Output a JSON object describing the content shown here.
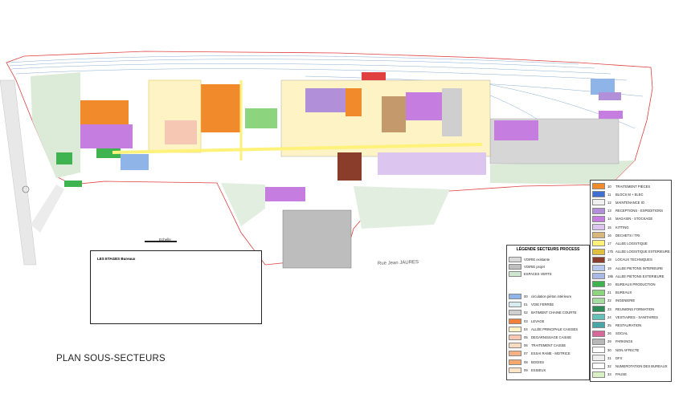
{
  "title": "PLAN SOUS-SECTEURS",
  "street_label": "Rue Jean JAURES",
  "scale_label": "Echelle",
  "etages_title": "LES ETAGES Bureaux",
  "legend_process": {
    "title": "LÉGENDE SECTEURS PROCESS",
    "voirie": [
      {
        "label": "VOIRIE existante",
        "color": "#d9d9d9"
      },
      {
        "label": "VOIRIE projet",
        "color": "#bfbfbf"
      },
      {
        "label": "ESPACES VERTS",
        "color": "#cfe6cf"
      }
    ],
    "items": [
      {
        "code": "00",
        "label": "circulation piéton intérieure",
        "color": "#8fb4e8"
      },
      {
        "code": "01",
        "label": "VOIE FERRÉE",
        "color": "#d6ecef"
      },
      {
        "code": "02",
        "label": "BATIMENT CHAINE COURTE",
        "color": "#cfcfcf"
      },
      {
        "code": "03",
        "label": "LEVAGE",
        "color": "#f0803c"
      },
      {
        "code": "04",
        "label": "ALLÉE PRINCIPALE CAISSES",
        "color": "#fdf3c4"
      },
      {
        "code": "05",
        "label": "DEGARNISSAGE CAISSE",
        "color": "#f6c7b2"
      },
      {
        "code": "06",
        "label": "TRAITEMENT CAISSE",
        "color": "#f7dcc0"
      },
      {
        "code": "07",
        "label": "ESSAI RAME - MOTRICE",
        "color": "#f4b183"
      },
      {
        "code": "08",
        "label": "BOGIES",
        "color": "#f6a96b"
      },
      {
        "code": "09",
        "label": "ESSIEUX",
        "color": "#fbe4c8"
      }
    ]
  },
  "legend_sectors": {
    "items": [
      {
        "code": "10",
        "label": "TRAITEMENT PIÈCES",
        "color": "#f08a2a"
      },
      {
        "code": "11",
        "label": "BLOCS M + ELEC",
        "color": "#3f6fd1"
      },
      {
        "code": "12",
        "label": "MAINTENANCE IO",
        "color": "#f0f0f0"
      },
      {
        "code": "13",
        "label": "RECEPTIONS - EXPEDITIONS",
        "color": "#b18fd9"
      },
      {
        "code": "14",
        "label": "MAGASIN - STOCKAGE",
        "color": "#c57ee0"
      },
      {
        "code": "15",
        "label": "KITTING",
        "color": "#dcc6ef"
      },
      {
        "code": "16",
        "label": "DECHETS / TRI",
        "color": "#d7b77a"
      },
      {
        "code": "17",
        "label": "ALLEE LOGISTIQUE",
        "color": "#fff27a"
      },
      {
        "code": "17b",
        "label": "ALLEE LOGISTIQUE EXTERIEURE",
        "color": "#e0c040"
      },
      {
        "code": "18",
        "label": "LOCAUX TECHNIQUES",
        "color": "#8a3d2a"
      },
      {
        "code": "19",
        "label": "ALLEE PIETONS INTERIEURE",
        "color": "#b7c9ee"
      },
      {
        "code": "19b",
        "label": "ALLEE PIETONS EXTERIEURE",
        "color": "#aab8e6"
      },
      {
        "code": "20",
        "label": "BUREAUX PRODUCTION",
        "color": "#3fb34f"
      },
      {
        "code": "21",
        "label": "BUREAUX",
        "color": "#8cd47e"
      },
      {
        "code": "22",
        "label": "INGENIERIE",
        "color": "#a6dca0"
      },
      {
        "code": "23",
        "label": "REUNIONS FORMATION",
        "color": "#2e8b57"
      },
      {
        "code": "24",
        "label": "VESTIAIRES - SANITAIRES",
        "color": "#67c0b8"
      },
      {
        "code": "25",
        "label": "RESTAURATION",
        "color": "#4aa6a6"
      },
      {
        "code": "26",
        "label": "SOCIAL",
        "color": "#d4699a"
      },
      {
        "code": "29",
        "label": "PARKINGS",
        "color": "#b8b8b8"
      },
      {
        "code": "30",
        "label": "NON AFFECTE",
        "color": "#ffffff"
      },
      {
        "code": "31",
        "label": "DFX",
        "color": "#efefef"
      },
      {
        "code": "32",
        "label": "NUMEROTATION DES BUREAUX",
        "color": "#ffffff"
      },
      {
        "code": "33",
        "label": "PAUSE",
        "color": "#d9efc4"
      }
    ]
  }
}
